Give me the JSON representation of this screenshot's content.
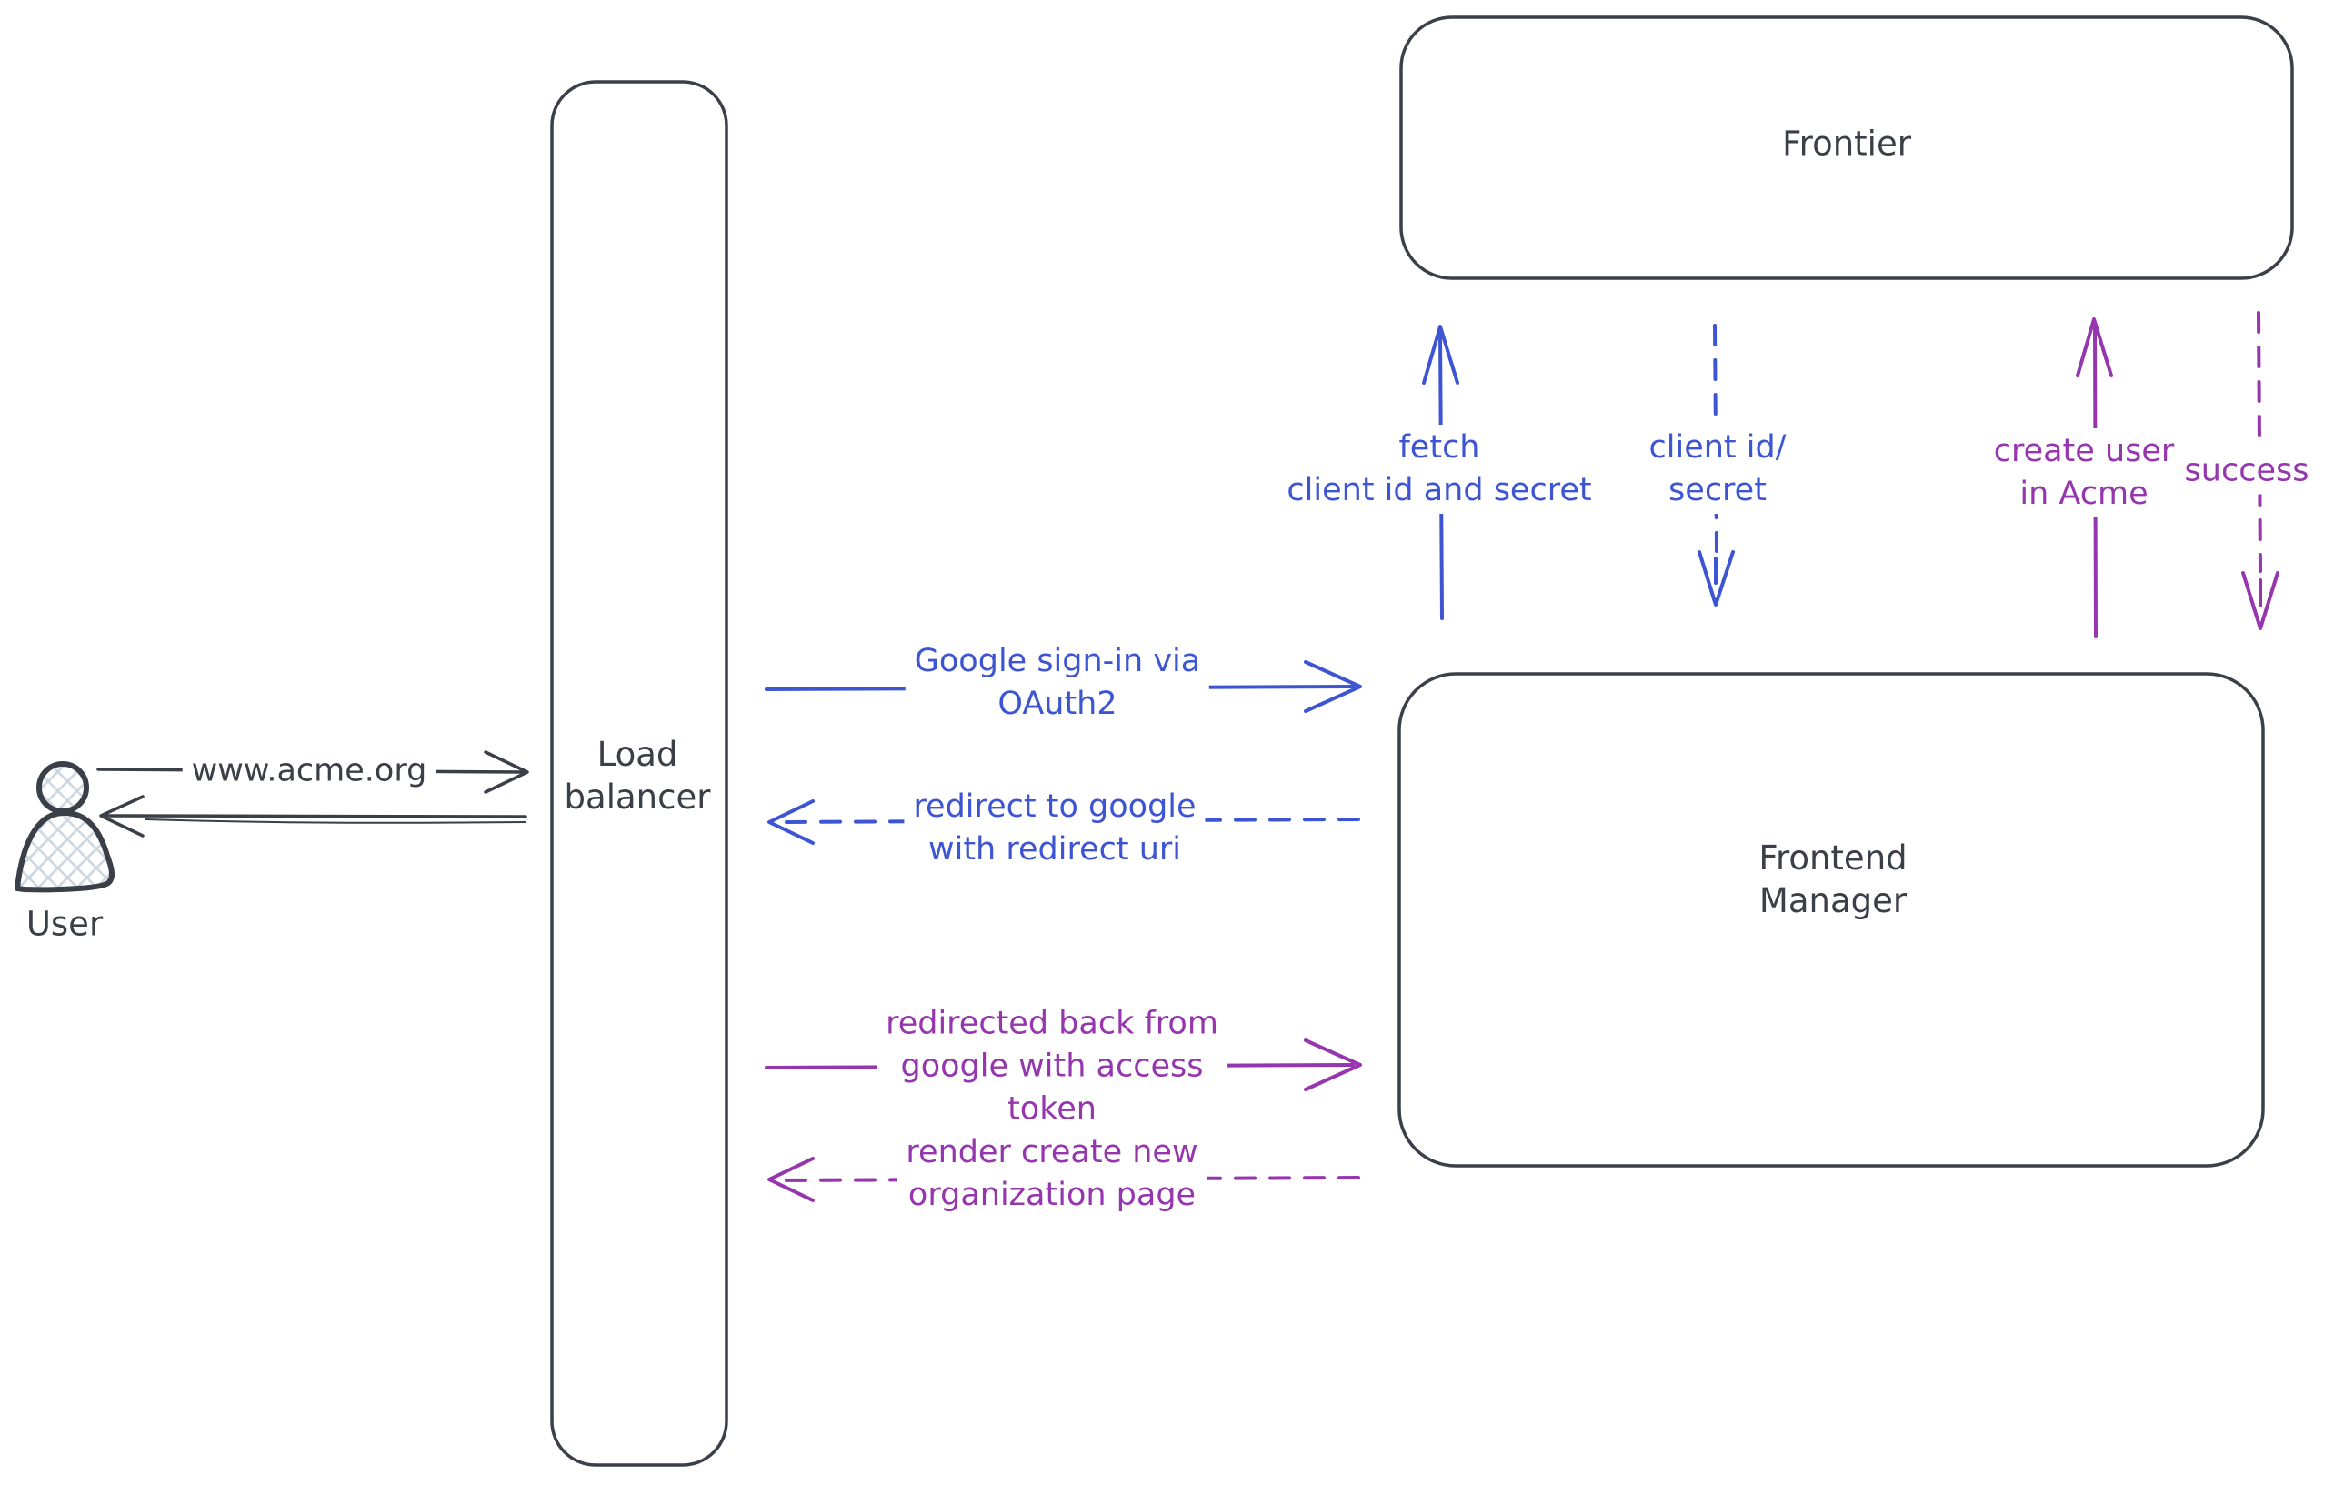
{
  "nodes": {
    "user": "User",
    "load_balancer": "Load\nbalancer",
    "frontier": "Frontier",
    "frontend_manager": "Frontend\nManager"
  },
  "edges": {
    "user_to_lb": "www.acme.org",
    "lb_to_fm_signin": "Google sign-in via\nOAuth2",
    "fm_to_lb_redirect": "redirect to google\nwith redirect uri",
    "lb_to_fm_redirected_back": "redirected back from\ngoogle with access\ntoken",
    "fm_to_lb_render": "render create new\norganization page",
    "fm_to_frontier_fetch": "fetch\nclient id and secret",
    "frontier_to_fm_client_id": "client id/\nsecret",
    "fm_to_frontier_create_user": "create user\nin Acme",
    "frontier_to_fm_success": "success"
  },
  "colors": {
    "ink": "#3b3f47",
    "blue": "#3e55d3",
    "purple": "#9636ae",
    "hatch": "#ccd6e0",
    "background": "#ffffff"
  }
}
